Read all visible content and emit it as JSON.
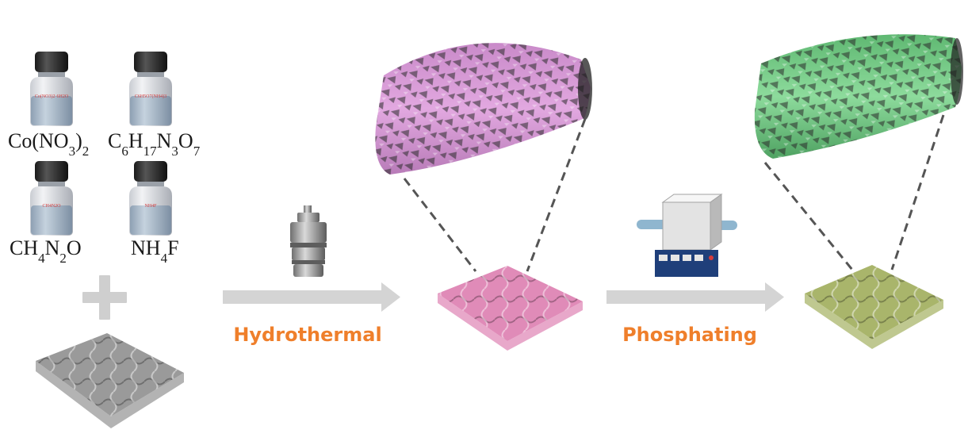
{
  "reagents": [
    {
      "id": "cobalt-nitrate",
      "formula": "Co(NO3)2",
      "sub_parts": [
        "Co(NO",
        "3",
        ")",
        "2"
      ],
      "bottle_text": "Co(NO3)2·6H2O"
    },
    {
      "id": "citrate",
      "formula": "C6H17N3O7",
      "sub_parts": [
        "C",
        "6",
        "H",
        "17",
        "N",
        "3",
        "O",
        "7"
      ],
      "bottle_text": "C6H5O7(NH4)3"
    },
    {
      "id": "urea",
      "formula": "CH4N2O",
      "sub_parts": [
        "CH",
        "4",
        "N",
        "2",
        "O"
      ],
      "bottle_text": "CH4N2O"
    },
    {
      "id": "ammonium-fluoride",
      "formula": "NH4F",
      "sub_parts": [
        "NH",
        "4",
        "F"
      ],
      "bottle_text": "NH4F"
    }
  ],
  "steps": [
    {
      "label": "Hydrothermal"
    },
    {
      "label": "Phosphating"
    }
  ],
  "colors": {
    "step_label": "#ef7f2b",
    "arrow": "#d4d4d4",
    "plus": "#cfcfcf",
    "mesh_bare": "#9a9a9a",
    "mesh_hydrothermal": "#e08bb8",
    "mesh_phosphated": "#a9b56b",
    "cylinder_hydrothermal": "#d79ad6",
    "cylinder_phosphated": "#7ecf8e",
    "bottle_label_text": "#d33a3a"
  }
}
